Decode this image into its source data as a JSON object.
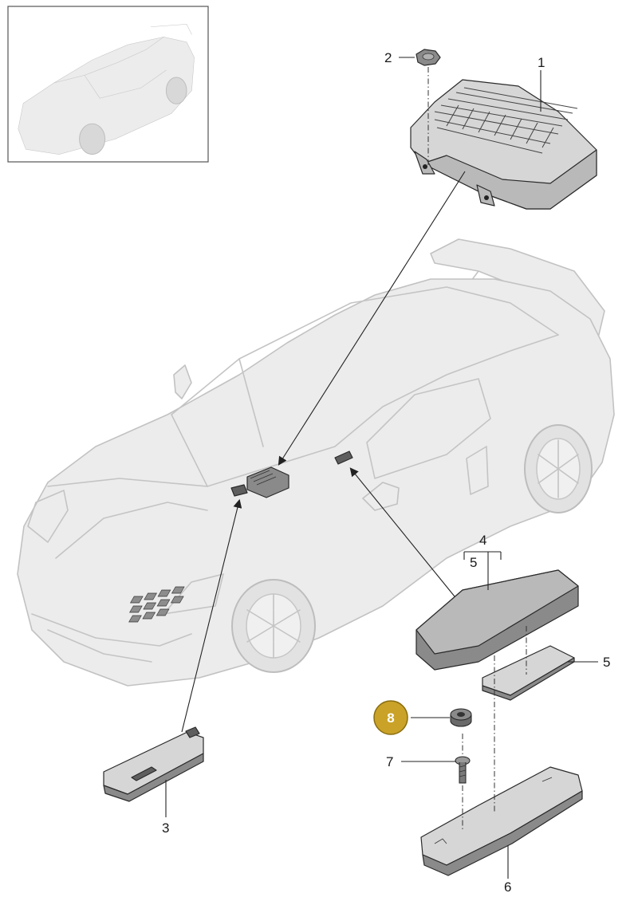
{
  "callouts": {
    "p1": "1",
    "p2": "2",
    "p3": "3",
    "p4": "4",
    "p5_top": "5",
    "p5_right": "5",
    "p6": "6",
    "p7": "7",
    "p8": "8"
  },
  "colors": {
    "highlight_badge": "#c9a227",
    "part_dark": "#5e5e5e",
    "car_body": "#ececec"
  }
}
